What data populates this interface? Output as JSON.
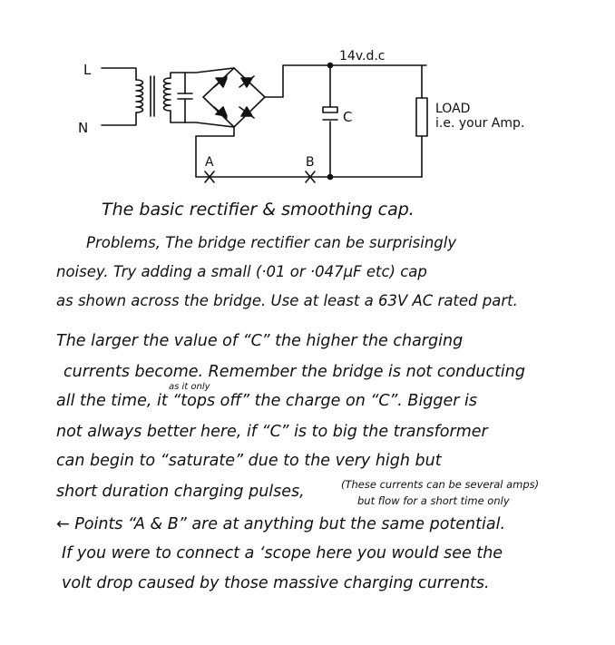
{
  "diagram": {
    "labels": {
      "line": "L",
      "neutral": "N",
      "voltage": "14v.d.c",
      "cap": "C",
      "load_1": "LOAD",
      "load_2": "i.e. your Amp.",
      "point_a": "A",
      "point_b": "B"
    },
    "caption": "The basic rectifier & smoothing cap."
  },
  "notes": {
    "problems": [
      "Problems,  The bridge rectifier can be surprisingly",
      "noisey. Try adding a small (·01 or ·047µF etc) cap",
      "as shown across the bridge. Use at least a 63V AC rated part."
    ],
    "charging": [
      "The larger the value of “C” the higher the charging",
      "currents become. Remember the bridge is not conducting",
      "all the time, it “tops off” the charge on “C”. Bigger is",
      "not always better here, if “C” is to big the transformer",
      "can begin to “saturate” due to the very high but",
      "short duration charging pulses,",
      "← Points “A & B” are at anything but the same potential.",
      "If you were to connect a ‘scope here you would see the",
      "volt drop caused by those massive charging currents."
    ],
    "insert_above": "as it only",
    "bracket_1": "(These currents can be several amps)",
    "bracket_2": "but flow for a short time only"
  }
}
